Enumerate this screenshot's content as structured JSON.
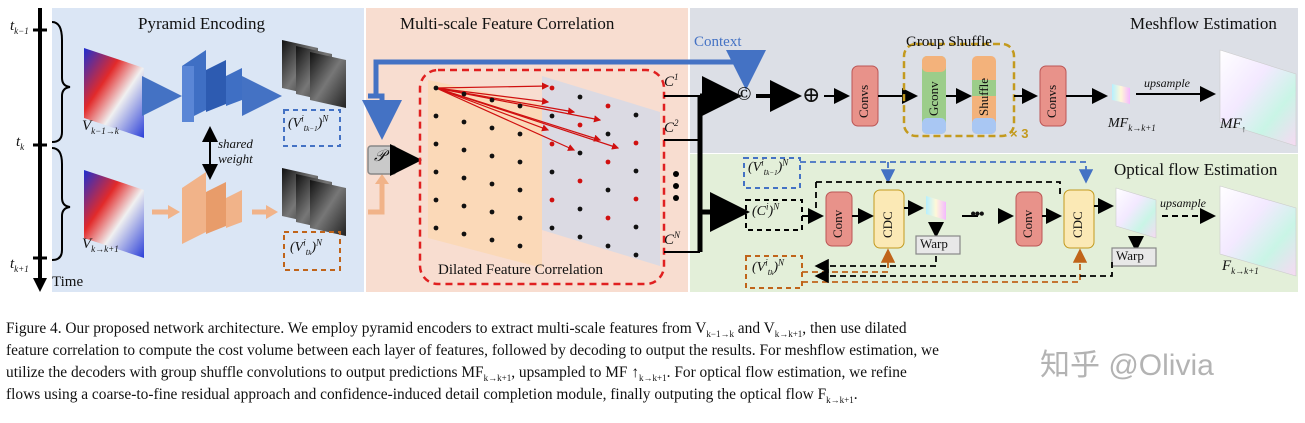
{
  "time_axis": {
    "t_km1": "t",
    "t_km1_sub": "k−1",
    "t_k": "t",
    "t_k_sub": "k",
    "t_kp1": "t",
    "t_kp1_sub": "k+1",
    "time_label": "Time"
  },
  "panels": {
    "pyramid": "Pyramid Encoding",
    "multiscale": "Multi-scale Feature Correlation",
    "meshflow": "Meshflow Estimation",
    "optical": "Optical flow Estimation"
  },
  "pyramid": {
    "v_top": "V",
    "v_top_sub": "k−1→k",
    "v_bottom": "V",
    "v_bottom_sub": "k→k+1",
    "shared_weight_1": "shared",
    "shared_weight_2": "weight",
    "feat_top": "(V",
    "feat_top_sup": "i",
    "feat_top_sub": "t",
    "feat_top_subsub": "k−1",
    "feat_top_end": ")",
    "feat_top_N": "N",
    "feat_bottom": "(V",
    "feat_bottom_sup": "i",
    "feat_bottom_sub": "t",
    "feat_bottom_subsub": "k",
    "feat_bottom_end": ")",
    "feat_bottom_N": "N"
  },
  "correlation": {
    "p_symbol": "𝒫",
    "dilated": "Dilated Feature Correlation",
    "c1": "C",
    "c1_sup": "1",
    "c2": "C",
    "c2_sup": "2",
    "cN": "C",
    "cN_sup": "N",
    "context": "Context"
  },
  "meshflow": {
    "concat_symbol": "©",
    "plus_symbol": "⊕",
    "convs_1": "Convs",
    "group_shuffle": "Group Shuffle",
    "gconv": "Gconv",
    "shuffle": "Shuffle",
    "times3": "× 3",
    "convs_2": "Convs",
    "upsample": "upsample",
    "mf_small": "MF",
    "mf_small_sub": "k→k+1",
    "mf_up": "MF",
    "mf_up_sub": "↑"
  },
  "optical": {
    "vtk1": "(V",
    "vtk1_sup": "i",
    "vtk1_sub": "t",
    "vtk1_subsub": "k−1",
    "vtk1_end": ")",
    "vtk1_N": "N",
    "ci": "(C",
    "ci_sup": "i",
    "ci_end": ")",
    "ci_N": "N",
    "vtk": "(V",
    "vtk_sup": "i",
    "vtk_sub": "t",
    "vtk_subsub": "k",
    "vtk_end": ")",
    "vtk_N": "N",
    "conv_1": "Conv",
    "cdc_1": "CDC",
    "warp_1": "Warp",
    "dots": "•••",
    "conv_2": "Conv",
    "cdc_2": "CDC",
    "warp_2": "Warp",
    "upsample": "upsample",
    "f_out": "F",
    "f_out_sub": "k→k+1"
  },
  "caption": {
    "line1": "Figure 4. Our proposed network architecture. We employ pyramid encoders to extract multi-scale features from V",
    "line1_sub1": "k−1→k",
    "line1_mid": " and V",
    "line1_sub2": "k→k+1",
    "line1_end": ", then use dilated",
    "line2": "feature correlation to compute the cost volume between each layer of features, followed by decoding to output the results. For meshflow estimation, we",
    "line3": "utilize the decoders with group shuffle convolutions to output predictions MF",
    "line3_sub1": "k→k+1",
    "line3_mid": ", upsampled to MF ↑",
    "line3_sub2": "k→k+1",
    "line3_end": ". For optical flow estimation, we refine",
    "line4": "flows using a coarse-to-fine residual approach and confidence-induced detail completion module, finally outputing the optical flow F",
    "line4_sub": "k→k+1",
    "line4_end": "."
  },
  "watermark": "知乎 @Olivia",
  "colors": {
    "pyramid_bg": "#dbe6f5",
    "multiscale_bg": "#f8ddd0",
    "meshflow_bg": "#dcdfe6",
    "optical_bg": "#e3efd9",
    "blue_encoder": "#3f6fc4",
    "orange_encoder": "#f1b389",
    "red_dashed": "#e02020",
    "context_blue": "#4472c4",
    "group_shuffle_gold": "#c39a1e",
    "convs_pink": "#e8928a",
    "cdc_yellow": "#fbe9b5"
  }
}
